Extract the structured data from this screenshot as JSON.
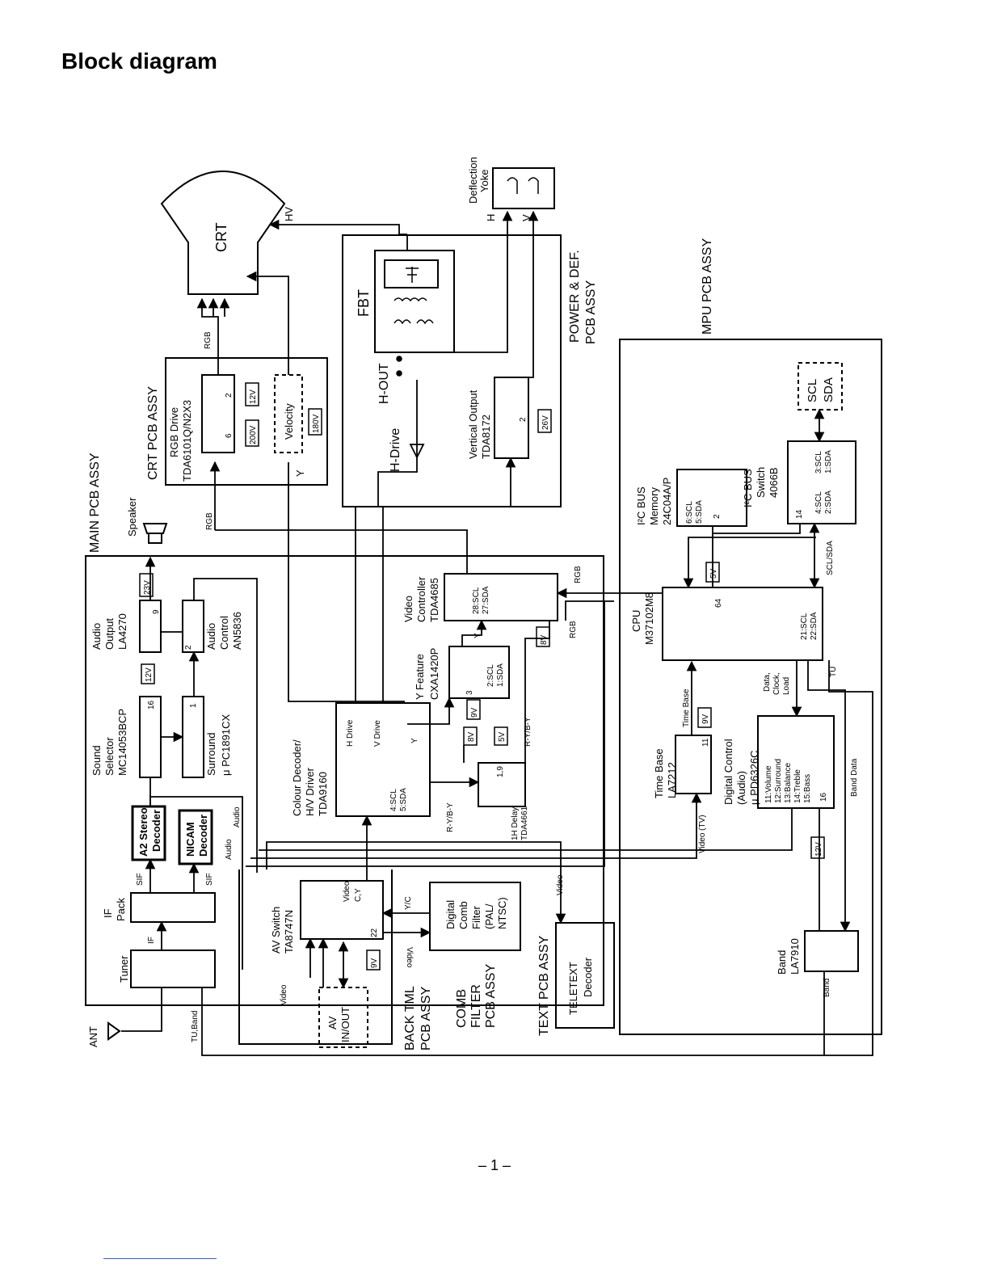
{
  "page": {
    "title": "Block diagram",
    "page_number": "– 1 –"
  },
  "assemblies": {
    "main": "MAIN PCB ASSY",
    "crt": "CRT PCB ASSY",
    "power": [
      "POWER & DEF.",
      "PCB ASSY"
    ],
    "mpu": "MPU PCB ASSY",
    "back": [
      "BACK TML",
      "PCB ASSY"
    ],
    "comb": [
      "COMB",
      "FILTER",
      "PCB ASSY"
    ],
    "text": "TEXT PCB ASSY"
  },
  "blocks": {
    "crt": "CRT",
    "hv": "HV",
    "deflection": [
      "Deflection",
      "Yoke"
    ],
    "yoke_h": "H",
    "yoke_v": "V",
    "fbt": "FBT",
    "hout": "H-OUT",
    "hdrive": "H-Drive",
    "vertical": [
      "Vertical Output",
      "TDA8172"
    ],
    "vert_pin": "2",
    "v26": "26V",
    "rgb_drive": [
      "RGB Drive",
      "TDA6101Q/N2X3"
    ],
    "rgb_pin_a": "2",
    "rgb_pin_b": "6",
    "v12_crt": "12V",
    "v200": "200V",
    "velocity": "Velocity",
    "v180": "180V",
    "rgb_out": "RGB",
    "rgb_in": "RGB",
    "y_label": "Y",
    "speaker": "Speaker",
    "audio_output": [
      "Audio",
      "Output",
      "LA4270"
    ],
    "ao_pin": "9",
    "v23": "23V",
    "audio_control": [
      "Audio",
      "Control",
      "AN5836"
    ],
    "ac_pin": "2",
    "v12_audio": "12V",
    "sound_selector": [
      "Sound",
      "Selector",
      "MC14053BCP"
    ],
    "ss_pin": "16",
    "surround": [
      "Surround",
      "μ PC1891CX"
    ],
    "sur_pin": "1",
    "a2": [
      "A2 Stereo",
      "Decoder"
    ],
    "nicam": [
      "NICAM",
      "Decoder"
    ],
    "audio1": "Audio",
    "audio2": "Audio",
    "if_pack": [
      "IF",
      "Pack"
    ],
    "sif1": "SIF",
    "sif2": "SIF",
    "if_lbl": "IF",
    "tuner": "Tuner",
    "ant": "ANT",
    "tu_band": "TU,Band",
    "video_back": "Video",
    "av_switch": [
      "AV Switch",
      "TA8747N"
    ],
    "avs_video": [
      "Video",
      "C,Y"
    ],
    "avs_pin": "22",
    "v9_av": "9V",
    "av_inout": [
      "AV",
      "IN/OUT"
    ],
    "yc": "Y/C",
    "video_comb": "Video",
    "comb": [
      "Digital",
      "Comb",
      "Filter",
      "(PAL/",
      "NTSC)"
    ],
    "teletext": [
      "TELETEXT",
      "Decoder"
    ],
    "video_tt": "Video",
    "colour": [
      "Colour Decoder/",
      "H/V Driver",
      "TDA9160"
    ],
    "cd_pins": [
      "4:SCL",
      "5:SDA"
    ],
    "h_drive_sig": "H Drive",
    "v_drive_sig": "V Drive",
    "y_sig": "Y",
    "ryby1": "R-Y/B-Y",
    "ryby2": "R-Y/B-Y",
    "hdelay": [
      "1H Delay",
      "TDA4661"
    ],
    "hdelay_pin": "1,9",
    "v8a": "8V",
    "v5a": "5V",
    "yfeature": [
      "Y Feature",
      "CXA1420P"
    ],
    "yf_pins": [
      "2:SCL",
      "1:SDA"
    ],
    "yf_pin3": "3",
    "v9_yf": "9V",
    "video_ctrl": [
      "Video",
      "Controller",
      "TDA4685"
    ],
    "vc_pins": [
      "28:SCL",
      "27:SDA"
    ],
    "vc_rgb": "RGB",
    "vc_y": "Y",
    "v8_vc": "8V",
    "rgb_vc_in": "RGB",
    "cpu": [
      "CPU",
      "M37102M8"
    ],
    "cpu_pin64": "64",
    "cpu_pins": [
      "21:SCL",
      "22:SDA"
    ],
    "v5_cpu": "5V",
    "scl_sda_bus": "SCL/SDA",
    "tu": "TU",
    "data_clock": [
      "Data,",
      "Clock,",
      "Load"
    ],
    "memory": [
      "I²C BUS",
      "Memory",
      "24C04A/P"
    ],
    "mem_pins": [
      "6:SCL",
      "5:SDA"
    ],
    "mem_pin2": "2",
    "bus_switch": [
      "I²C BUS",
      "Switch",
      "4066B"
    ],
    "sw_pins_a": [
      "4:SCL",
      "2:SDA"
    ],
    "sw_pins_b": [
      "3:SCL",
      "1:SDA"
    ],
    "sw_pin14": "14",
    "scl_sda_ext": [
      "SCL",
      "SDA"
    ],
    "timebase": [
      "Time Base",
      "LA7212"
    ],
    "tb_pin": "11",
    "tb_label": "Time Base",
    "v9_tb": "9V",
    "video_tv": "Video (TV)",
    "digital": [
      "Digital Control",
      "(Audio)",
      "μ PD6326C"
    ],
    "dig_pins": [
      "11:Volume",
      "12:Surround",
      "13:Balance",
      "14:Treble",
      "15:Bass"
    ],
    "dig_pin16": "16",
    "band_data": "Band Data",
    "v12_dig": "12V",
    "band": [
      "Band",
      "LA7910"
    ],
    "band_out": "Band"
  }
}
